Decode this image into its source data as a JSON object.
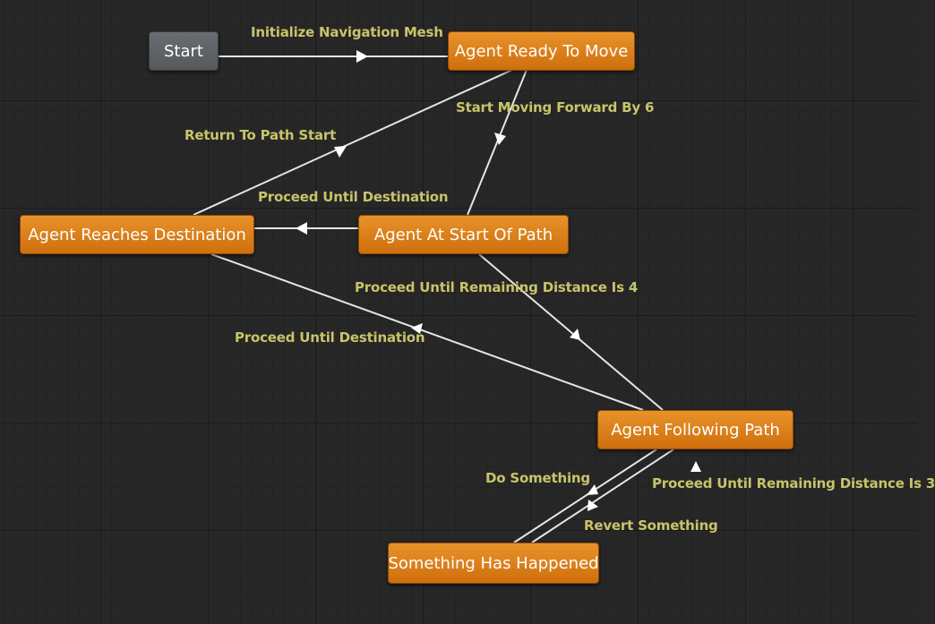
{
  "states": {
    "start": "Start",
    "agent_ready": "Agent Ready To Move",
    "agent_reaches": "Agent Reaches Destination",
    "agent_start_path": "Agent At Start Of Path",
    "agent_following": "Agent Following Path",
    "something_happened": "Something Has Happened"
  },
  "transitions": {
    "init_nav_mesh": "Initialize Navigation Mesh",
    "start_moving": "Start Moving Forward By 6",
    "return_to_start": "Return To Path Start",
    "proceed_dest_1": "Proceed Until Destination",
    "remaining_4": "Proceed Until Remaining Distance Is 4",
    "proceed_dest_2": "Proceed Until Destination",
    "do_something": "Do Something",
    "remaining_3": "Proceed Until Remaining Distance Is 3",
    "revert_something": "Revert Something"
  },
  "colors": {
    "state_fill": "#dc7f1b",
    "entry_fill": "#5f6366",
    "label": "#c8c46a",
    "edge": "#e6e6e6"
  }
}
